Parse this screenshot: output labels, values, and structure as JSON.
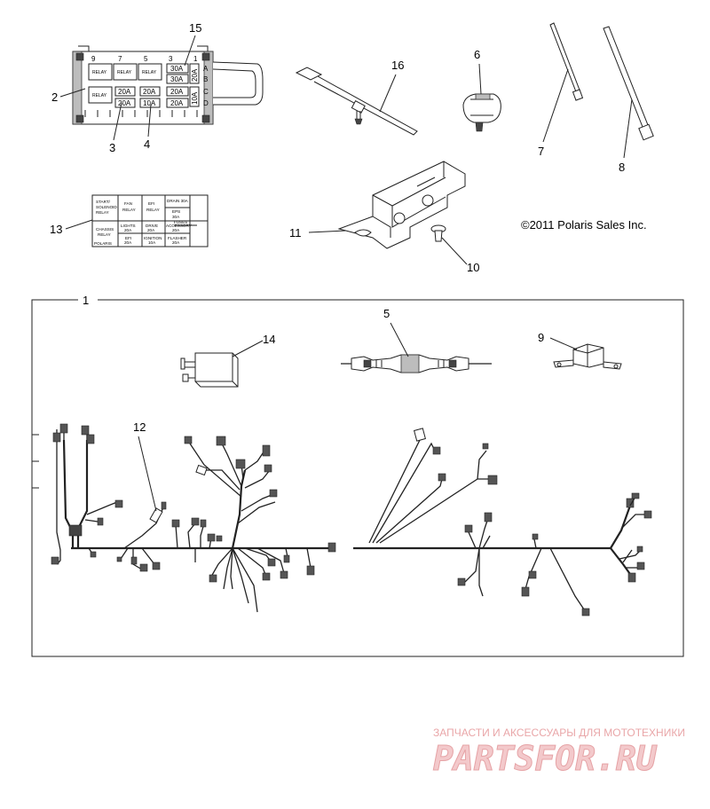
{
  "callouts": {
    "c1": "1",
    "c2": "2",
    "c3": "3",
    "c4": "4",
    "c5": "5",
    "c6": "6",
    "c7": "7",
    "c8": "8",
    "c9": "9",
    "c10": "10",
    "c11": "11",
    "c12": "12",
    "c13": "13",
    "c14": "14",
    "c15": "15",
    "c16": "16"
  },
  "fuse_box": {
    "slot_numbers": [
      "9",
      "7",
      "5",
      "3",
      "1"
    ],
    "relay_label": "RELAY",
    "fuses": {
      "top_right_a": "30A",
      "top_right_b": "30A",
      "row2_a": "20A",
      "row2_b": "20A",
      "row2_c": "20A",
      "row3_a": "20A",
      "row3_b": "10A",
      "row3_c": "20A",
      "side_a": "20A",
      "side_b": "10A"
    },
    "row_letters": [
      "A",
      "B",
      "C",
      "D"
    ]
  },
  "fuse_label_card": {
    "cells": {
      "r1c1": "START/",
      "r1c1b": "SOLENOID",
      "r1c1c": "RELAY",
      "r1c2": "FAN",
      "r1c2b": "RELAY",
      "r1c3": "EFI",
      "r1c3b": "RELAY",
      "r1c4": "DRAIN 30A",
      "r1c4b": "EPS",
      "r1c4c": "30A",
      "r1c5": "FUSES",
      "r2c1": "CHASSIS",
      "r2c1b": "RELAY",
      "r2c2": "LIGHTS",
      "r2c2b": "20A",
      "r2c3": "DRIVE",
      "r2c3b": "20A",
      "r2c4": "ACCESSORY",
      "r2c4b": "20A",
      "r3c2": "EFI",
      "r3c2b": "20A",
      "r3c3": "IGNITION",
      "r3c3b": "10A",
      "r3c4": "FLASHER",
      "r3c4b": "20A",
      "logo": "POLARIS"
    }
  },
  "copyright": "©2011 Polaris Sales Inc.",
  "watermark": {
    "tagline": "ЗАПЧАСТИ И АКСЕССУАРЫ ДЛЯ МОТОТЕХНИКИ",
    "brand": "PARTSFOR.RU"
  },
  "colors": {
    "line": "#222222",
    "watermark_text": "#e9a6a8",
    "watermark_fill": "#f3c9cb"
  }
}
